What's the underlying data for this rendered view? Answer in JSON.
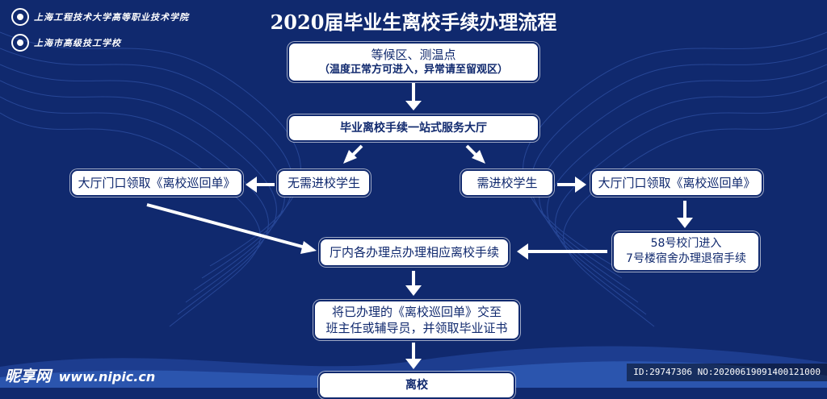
{
  "title": "2020届毕业生离校手续办理流程",
  "logos": {
    "college": "上海工程技术大学高等职业技术学院",
    "school": "上海市高级技工学校"
  },
  "nodes": {
    "waiting_area": {
      "line1": "等候区、测温点",
      "line2": "（温度正常方可进入，异常请至留观区）"
    },
    "service_hall": "毕业离校手续一站式服务大厅",
    "no_entry_students": "无需进校学生",
    "entry_students": "需进校学生",
    "get_form_left": "大厅门口领取《离校巡回单》",
    "get_form_right": "大厅门口领取《离校巡回单》",
    "gate_dorm": {
      "line1": "58号校门进入",
      "line2": "7号楼宿舍办理退宿手续"
    },
    "hall_procedures": "厅内各办理点办理相应离校手续",
    "submit_form": {
      "line1": "将已办理的《离校巡回单》交至",
      "line2": "班主任或辅导员，并领取毕业证书"
    },
    "leave_school": "离校"
  },
  "watermark": {
    "name": "昵享网",
    "url": "www.nipic.cn",
    "id_text": "ID:29747306 NO:20200619091400121000"
  },
  "colors": {
    "background": "#10296e",
    "box_fill": "#ffffff",
    "arrow": "#ffffff",
    "wave": "#2b4fa8"
  }
}
